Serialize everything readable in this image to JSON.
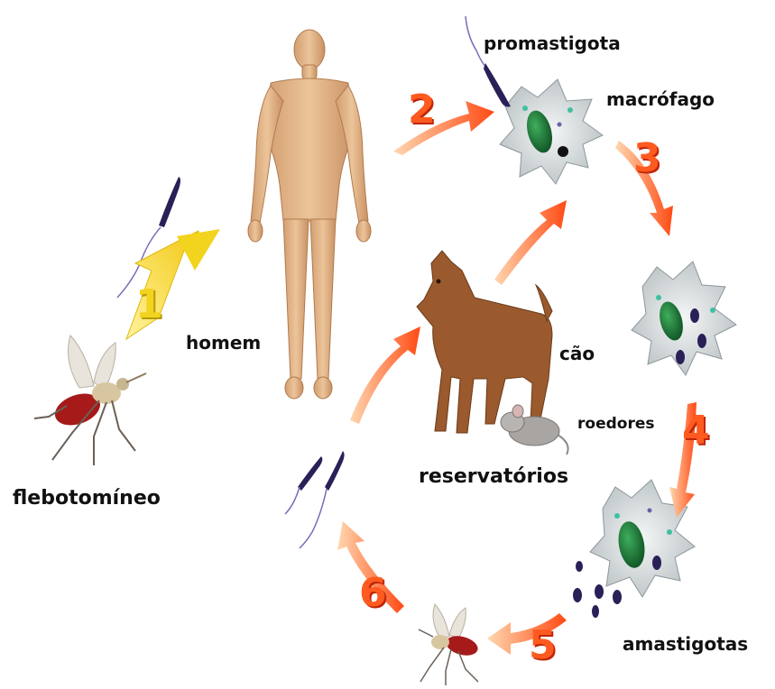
{
  "labels": {
    "promastigota": "promastigota",
    "macrofago": "macrófago",
    "homem": "homem",
    "cao": "cão",
    "roedores": "roedores",
    "reservatorios": "reservatórios",
    "flebotomineo": "flebotomíneo",
    "amastigotas": "amastigotas"
  },
  "steps": {
    "s1": "1",
    "s2": "2",
    "s3": "3",
    "s4": "4",
    "s5": "5",
    "s6": "6"
  },
  "colors": {
    "arrow_orange": "#ff5a1f",
    "arrow_yellow": "#f2d31e",
    "skin": "#e2b487",
    "dog": "#9a5a2e",
    "nucleus": "#1f7a3a",
    "parasite": "#2a2058"
  }
}
